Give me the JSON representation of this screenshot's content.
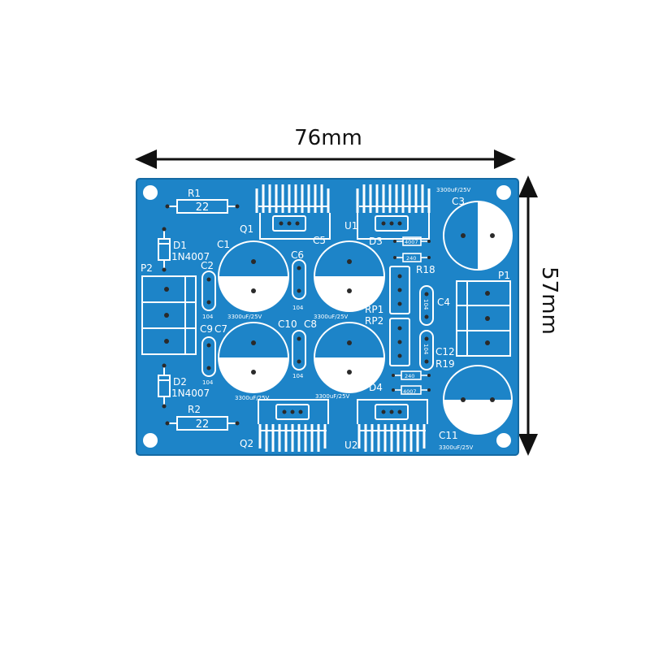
{
  "dimensions": {
    "width_label": "76mm",
    "height_label": "57mm"
  },
  "colors": {
    "board": "#1d84c8",
    "silkscreen": "#ffffff",
    "pad": "#2a2a2a"
  },
  "board": {
    "transistors": {
      "q1": "Q1",
      "q2": "Q2",
      "u1": "U1",
      "u2": "U2"
    },
    "resistors": {
      "r1": "R1",
      "r1_value": "22",
      "r2": "R2",
      "r2_value": "22",
      "r18": "R18",
      "r19": "R19",
      "r_value_a": "240",
      "r_value_b": "240"
    },
    "diodes": {
      "d1": "D1",
      "d1_part": "1N4007",
      "d2": "D2",
      "d2_part": "1N4007",
      "d3": "D3",
      "d4": "D4",
      "d3_part": "4007",
      "d4_part": "4007"
    },
    "capacitors": {
      "c1": "C1",
      "c2": "C2",
      "c3": "C3",
      "c5": "C5",
      "c6": "C6",
      "c7": "C7",
      "c8": "C8",
      "c9": "C9",
      "c10": "C10",
      "c11": "C11",
      "c12": "C12",
      "c4": "C4",
      "ceramic_value": "104",
      "elec_value": "3300uF/25V"
    },
    "connectors": {
      "p1": "P1",
      "p2": "P2",
      "rp1": "RP1",
      "rp2": "RP2"
    }
  }
}
